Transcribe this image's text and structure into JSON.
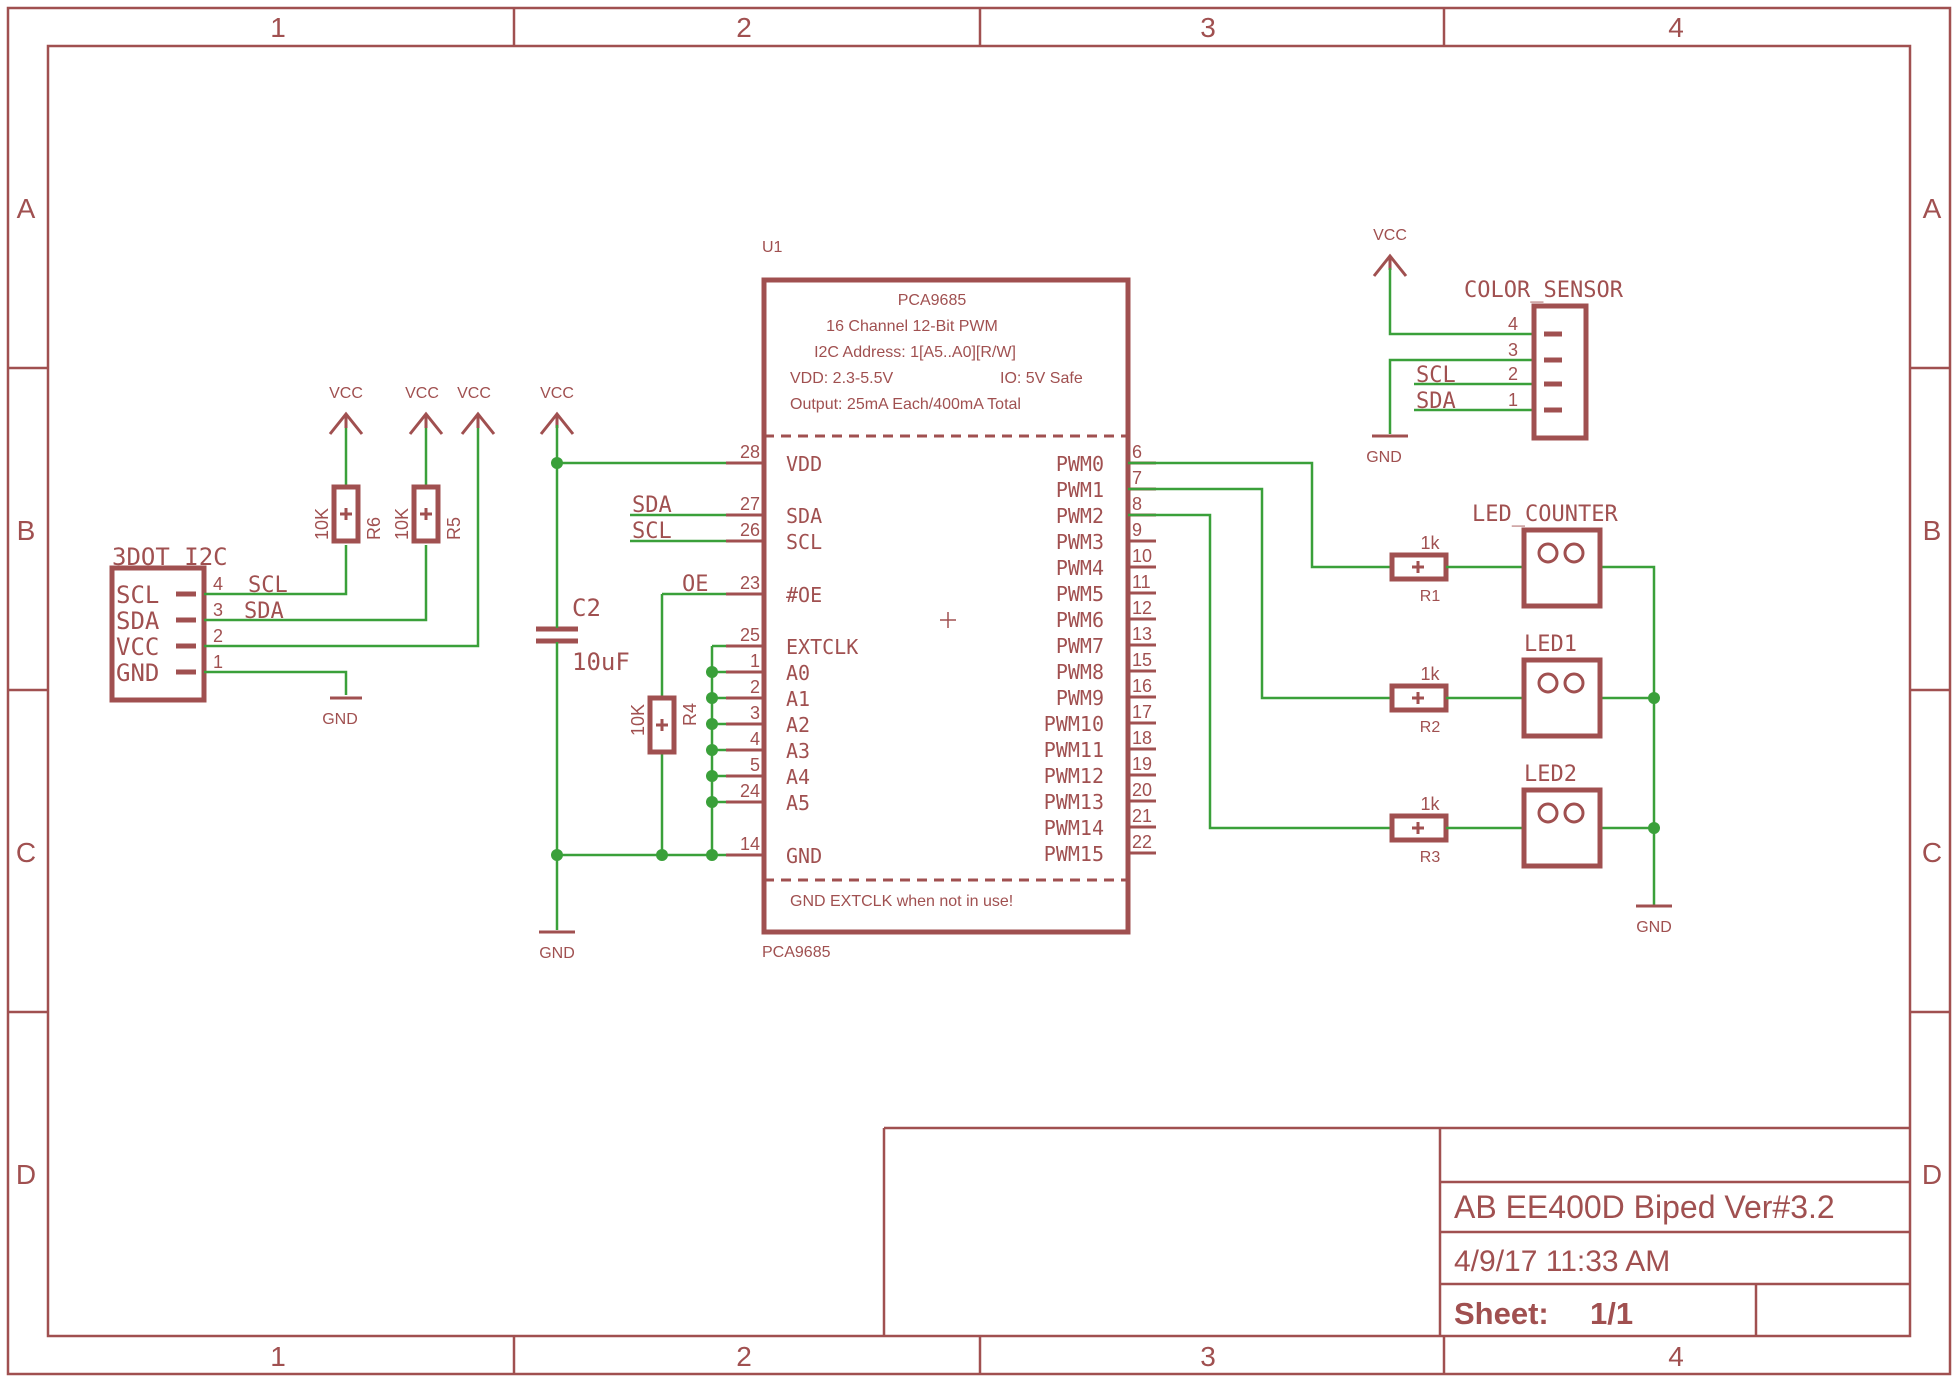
{
  "frame": {
    "columns": [
      "1",
      "2",
      "3",
      "4"
    ],
    "rows": [
      "A",
      "B",
      "C",
      "D"
    ]
  },
  "title_block": {
    "title": "AB EE400D Biped Ver#3.2",
    "datetime": "4/9/17 11:33 AM",
    "sheet_label": "Sheet:",
    "sheet_value": "1/1"
  },
  "power": {
    "vcc": "VCC",
    "gnd": "GND"
  },
  "connector_i2c": {
    "name": "3DOT_I2C",
    "pins": [
      {
        "label": "SCL",
        "num": "4",
        "net": "SCL"
      },
      {
        "label": "SDA",
        "num": "3",
        "net": "SDA"
      },
      {
        "label": "VCC",
        "num": "2",
        "net": ""
      },
      {
        "label": "GND",
        "num": "1",
        "net": ""
      }
    ]
  },
  "resistors": {
    "r6": {
      "name": "R6",
      "value": "10K"
    },
    "r5": {
      "name": "R5",
      "value": "10K"
    },
    "r4": {
      "name": "R4",
      "value": "10K"
    },
    "r1": {
      "name": "R1",
      "value": "1k"
    },
    "r2": {
      "name": "R2",
      "value": "1k"
    },
    "r3": {
      "name": "R3",
      "value": "1k"
    }
  },
  "capacitor": {
    "name": "C2",
    "value": "10uF"
  },
  "chip": {
    "ref": "U1",
    "part": "PCA9685",
    "desc": [
      "PCA9685",
      "16 Channel 12-Bit PWM",
      "I2C Address: 1[A5..A0][R/W]",
      "VDD: 2.3-5.5V",
      "IO: 5V Safe",
      "Output: 25mA Each/400mA Total"
    ],
    "note": "GND EXTCLK when not in use!",
    "left_pins": [
      {
        "name": "VDD",
        "num": "28"
      },
      {
        "name": "SDA",
        "num": "27"
      },
      {
        "name": "SCL",
        "num": "26"
      },
      {
        "name": "#OE",
        "num": "23"
      },
      {
        "name": "EXTCLK",
        "num": "25"
      },
      {
        "name": "A0",
        "num": "1"
      },
      {
        "name": "A1",
        "num": "2"
      },
      {
        "name": "A2",
        "num": "3"
      },
      {
        "name": "A3",
        "num": "4"
      },
      {
        "name": "A4",
        "num": "5"
      },
      {
        "name": "A5",
        "num": "24"
      },
      {
        "name": "GND",
        "num": "14"
      }
    ],
    "right_pins": [
      {
        "name": "PWM0",
        "num": "6"
      },
      {
        "name": "PWM1",
        "num": "7"
      },
      {
        "name": "PWM2",
        "num": "8"
      },
      {
        "name": "PWM3",
        "num": "9"
      },
      {
        "name": "PWM4",
        "num": "10"
      },
      {
        "name": "PWM5",
        "num": "11"
      },
      {
        "name": "PWM6",
        "num": "12"
      },
      {
        "name": "PWM7",
        "num": "13"
      },
      {
        "name": "PWM8",
        "num": "15"
      },
      {
        "name": "PWM9",
        "num": "16"
      },
      {
        "name": "PWM10",
        "num": "17"
      },
      {
        "name": "PWM11",
        "num": "18"
      },
      {
        "name": "PWM12",
        "num": "19"
      },
      {
        "name": "PWM13",
        "num": "20"
      },
      {
        "name": "PWM14",
        "num": "21"
      },
      {
        "name": "PWM15",
        "num": "22"
      }
    ]
  },
  "net_labels": {
    "sda": "SDA",
    "scl": "SCL",
    "oe": "OE"
  },
  "color_sensor": {
    "name": "COLOR_SENSOR",
    "pins": [
      {
        "num": "4",
        "net": ""
      },
      {
        "num": "3",
        "net": ""
      },
      {
        "num": "2",
        "net": "SCL"
      },
      {
        "num": "1",
        "net": "SDA"
      }
    ]
  },
  "leds": [
    {
      "name": "LED_COUNTER"
    },
    {
      "name": "LED1"
    },
    {
      "name": "LED2"
    }
  ]
}
